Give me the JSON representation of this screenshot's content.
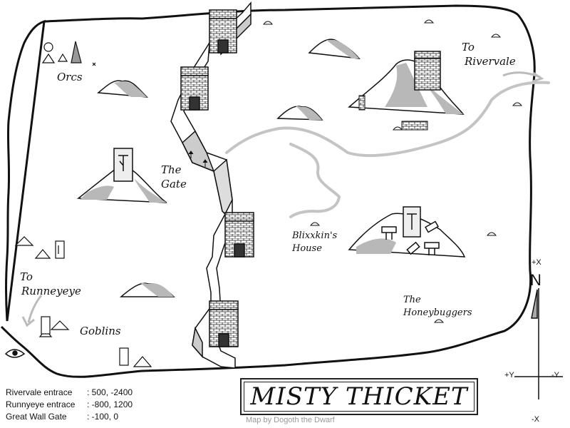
{
  "map": {
    "title": "MISTY THICKET",
    "credit": "Map by Dogoth the Dwarf",
    "labels": {
      "orcs": "Orcs",
      "to_rivervale_1": "To",
      "to_rivervale_2": "Rivervale",
      "the_gate_1": "The",
      "the_gate_2": "Gate",
      "blixxkins_1": "Blixxkin's",
      "blixxkins_2": "House",
      "to_runnyeye_1": "To",
      "to_runnyeye_2": "Runneyeye",
      "honeybuggers_1": "The",
      "honeybuggers_2": "Honeybuggers",
      "goblins": "Goblins"
    },
    "coordinates": [
      {
        "name": "Rivervale entrace",
        "value": ": 500, -2400"
      },
      {
        "name": "Runnyeye entrace",
        "value": ": -800, 1200"
      },
      {
        "name": "Great Wall Gate",
        "value": ": -100, 0"
      }
    ],
    "compass": {
      "north": "N",
      "plus_x": "+X",
      "minus_x": "-X",
      "plus_y": "+Y",
      "minus_y": "-Y"
    },
    "colors": {
      "ink": "#111111",
      "shade": "#b8b8b8",
      "road": "#c4c4c4",
      "background": "#ffffff"
    }
  }
}
